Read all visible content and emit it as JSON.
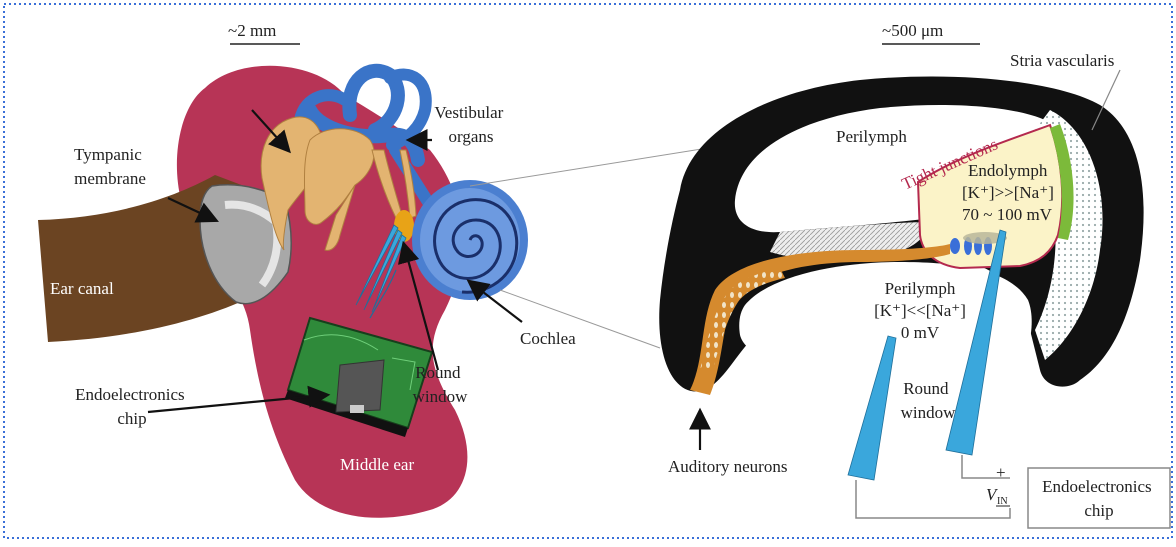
{
  "colors": {
    "border": "#3a6fd8",
    "ear_canal": "#6b4422",
    "middle_ear": "#b73456",
    "ossicles": "#e3b471",
    "vestibular": "#3a74c8",
    "cochlea": "#4b7fd0",
    "chip_green": "#2f8a3a",
    "bone": "#111111",
    "endolymph": "#fbf3c8",
    "neuron": "#d58a2e",
    "electrode": "#3aa7dc",
    "tight_junction": "#b4294e"
  },
  "left": {
    "scale_bar": "~2 mm",
    "tympanic_membrane": [
      "Tympanic",
      "membrane"
    ],
    "ear_canal": "Ear canal",
    "vestibular_organs": [
      "Vestibular",
      "organs"
    ],
    "cochlea": "Cochlea",
    "round_window": [
      "Round",
      "window"
    ],
    "endoelectronics_chip": [
      "Endoelectronics",
      "chip"
    ],
    "middle_ear": "Middle ear"
  },
  "right": {
    "scale_bar": "~500 μm",
    "stria_vascularis": "Stria vascularis",
    "perilymph_top": "Perilymph",
    "tight_junctions": "Tight junctions",
    "endolymph": "Endolymph",
    "endolymph_ions": "[K⁺]>>[Na⁺]",
    "endolymph_potential": "70 ~ 100 mV",
    "perilymph_bottom": "Perilymph",
    "perilymph_ions": "[K⁺]<<[Na⁺]",
    "perilymph_potential": "0 mV",
    "round_window": [
      "Round",
      "window"
    ],
    "auditory_neurons": "Auditory neurons",
    "v_plus": "+",
    "v_in": "V",
    "v_in_sub": "IN",
    "endoelectronics_chip": [
      "Endoelectronics",
      "chip"
    ]
  }
}
